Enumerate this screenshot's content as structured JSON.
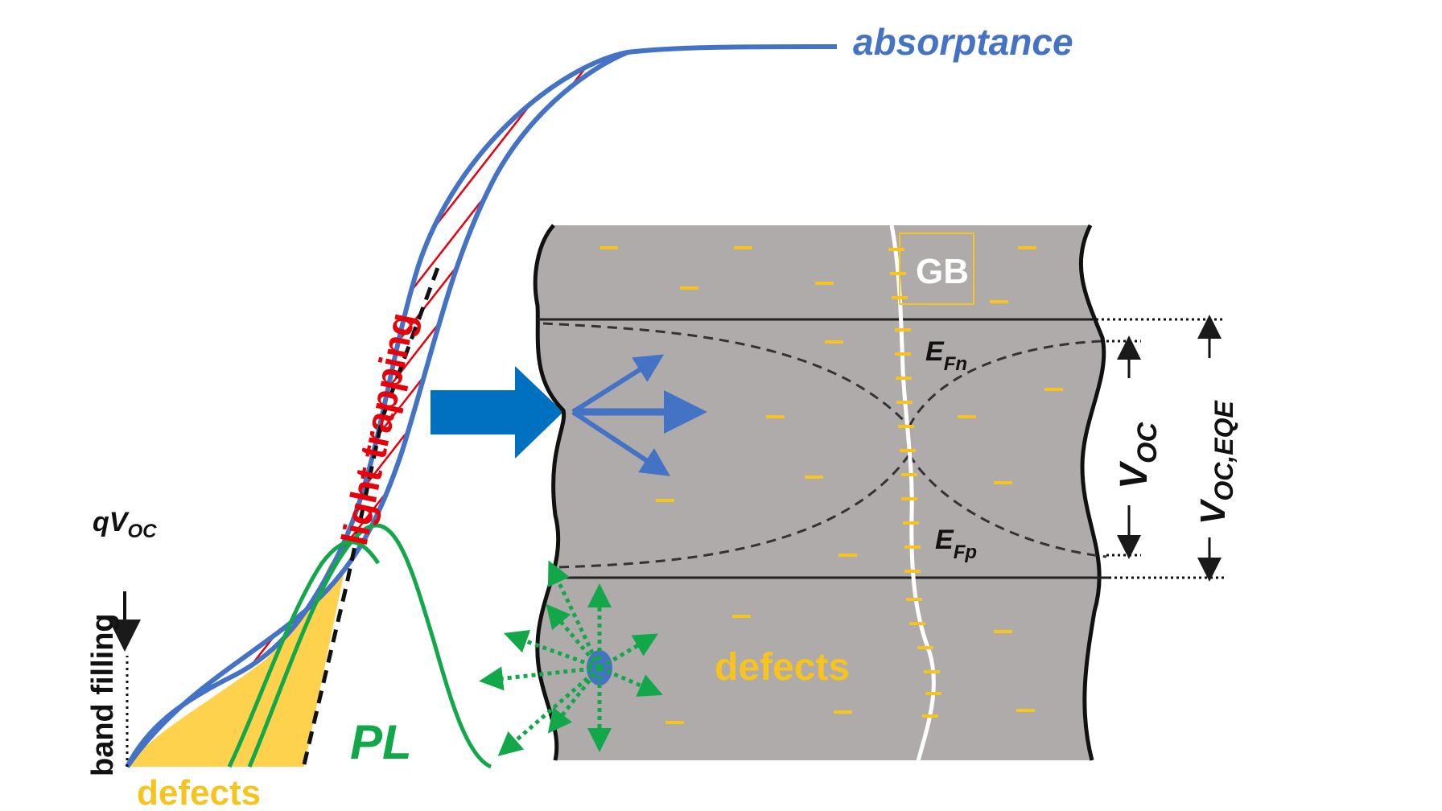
{
  "labels": {
    "absorptance": "absorptance",
    "light_trapping": "light trapping",
    "pl": "PL",
    "defects_left": "defects",
    "defects_slab": "defects",
    "gb": "GB",
    "band_filling": "band filling",
    "qvoc_main": "qV",
    "qvoc_sub": "OC",
    "efn_main": "E",
    "efn_sub": "Fn",
    "efp_main": "E",
    "efp_sub": "Fp",
    "voc_main": "V",
    "voc_sub": "OC",
    "voceqe_main": "V",
    "voceqe_sub": "OC,EQE"
  },
  "colors": {
    "absorptance": "#4472C4",
    "light_trapping": "#E8000B",
    "pl": "#12A84A",
    "defects": "#F7C31F",
    "defect_fill": "#FFD24D",
    "slab": "#AFABAB",
    "big_arrow": "#0070C0",
    "dark": "#1a1a1a",
    "white": "#ffffff"
  }
}
